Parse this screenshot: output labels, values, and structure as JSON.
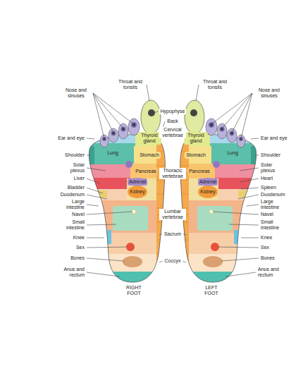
{
  "diagram": {
    "nodes": [
      {
        "text": [
          "Thyroid gland"
        ]
      },
      {
        "text": [
          "Lung"
        ]
      },
      {
        "text": [
          "Stomach"
        ]
      },
      {
        "text": [
          "Pancreas"
        ]
      },
      {
        "text": [
          "Adrenal"
        ]
      },
      {
        "text": [
          "Kidney"
        ]
      },
      {
        "text": [
          "Thyroid gland"
        ]
      },
      {
        "text": [
          "Stomach"
        ]
      },
      {
        "text": [
          "Lung"
        ]
      },
      {
        "text": [
          "Pancreas"
        ]
      },
      {
        "text": [
          "Adrenal"
        ]
      },
      {
        "text": [
          "Kidney"
        ]
      }
    ],
    "labels": [
      "Throat and tonsils",
      "Hypophyse",
      "Throat and tonsils",
      "Nose and sinuses",
      "Back",
      "Nose and sinuses",
      "Ear and eye",
      "Cervical vertebrae",
      "Ear and eye",
      "Shoulder",
      "Shoulder",
      "Solar plexus",
      "Solar plexus",
      "Thoracic vertebrae",
      "Heart",
      "Liver",
      "Spleen",
      "Bladder",
      "Duodenum",
      "Duodenum",
      "Large intestine",
      "Large intestine",
      "Lumbar vertebrae",
      "Navel",
      "Navel",
      "Small intestine",
      "Small intestine",
      "Sacrum",
      "Knee",
      "Knee",
      "Sex",
      "Sex",
      "Bones",
      "Bones",
      "Coccyx",
      "Anus and rectum",
      "Anus and rectum",
      "RIGHT FOOT",
      "LEFT FOOT"
    ]
  }
}
